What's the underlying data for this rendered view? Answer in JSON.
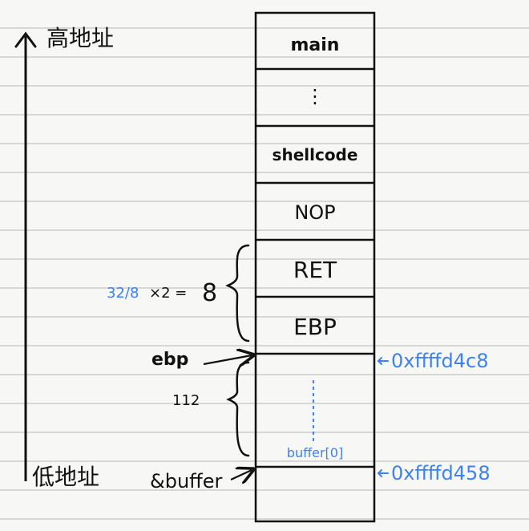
{
  "colors": {
    "ink": "#111111",
    "accent": "#3b82f6"
  },
  "labels": {
    "high_address": "高地址",
    "low_address": "低地址",
    "ebp": "ebp",
    "size_112": "112",
    "size_formula_blue": "32/8",
    "size_formula_black": "×2 =",
    "size_formula_result": "8",
    "buffer_ref": "&buffer",
    "ebp_address": "0xffffd4c8",
    "buffer_address": "0xffffd458",
    "buffer_cell": "buffer[0]"
  },
  "stack": {
    "cells": [
      {
        "label": "main"
      },
      {
        "label": "⋮"
      },
      {
        "label": "shellcode"
      },
      {
        "label": "NOP"
      },
      {
        "label": "RET"
      },
      {
        "label": "EBP"
      },
      {
        "label": ""
      },
      {
        "label": ""
      }
    ]
  }
}
